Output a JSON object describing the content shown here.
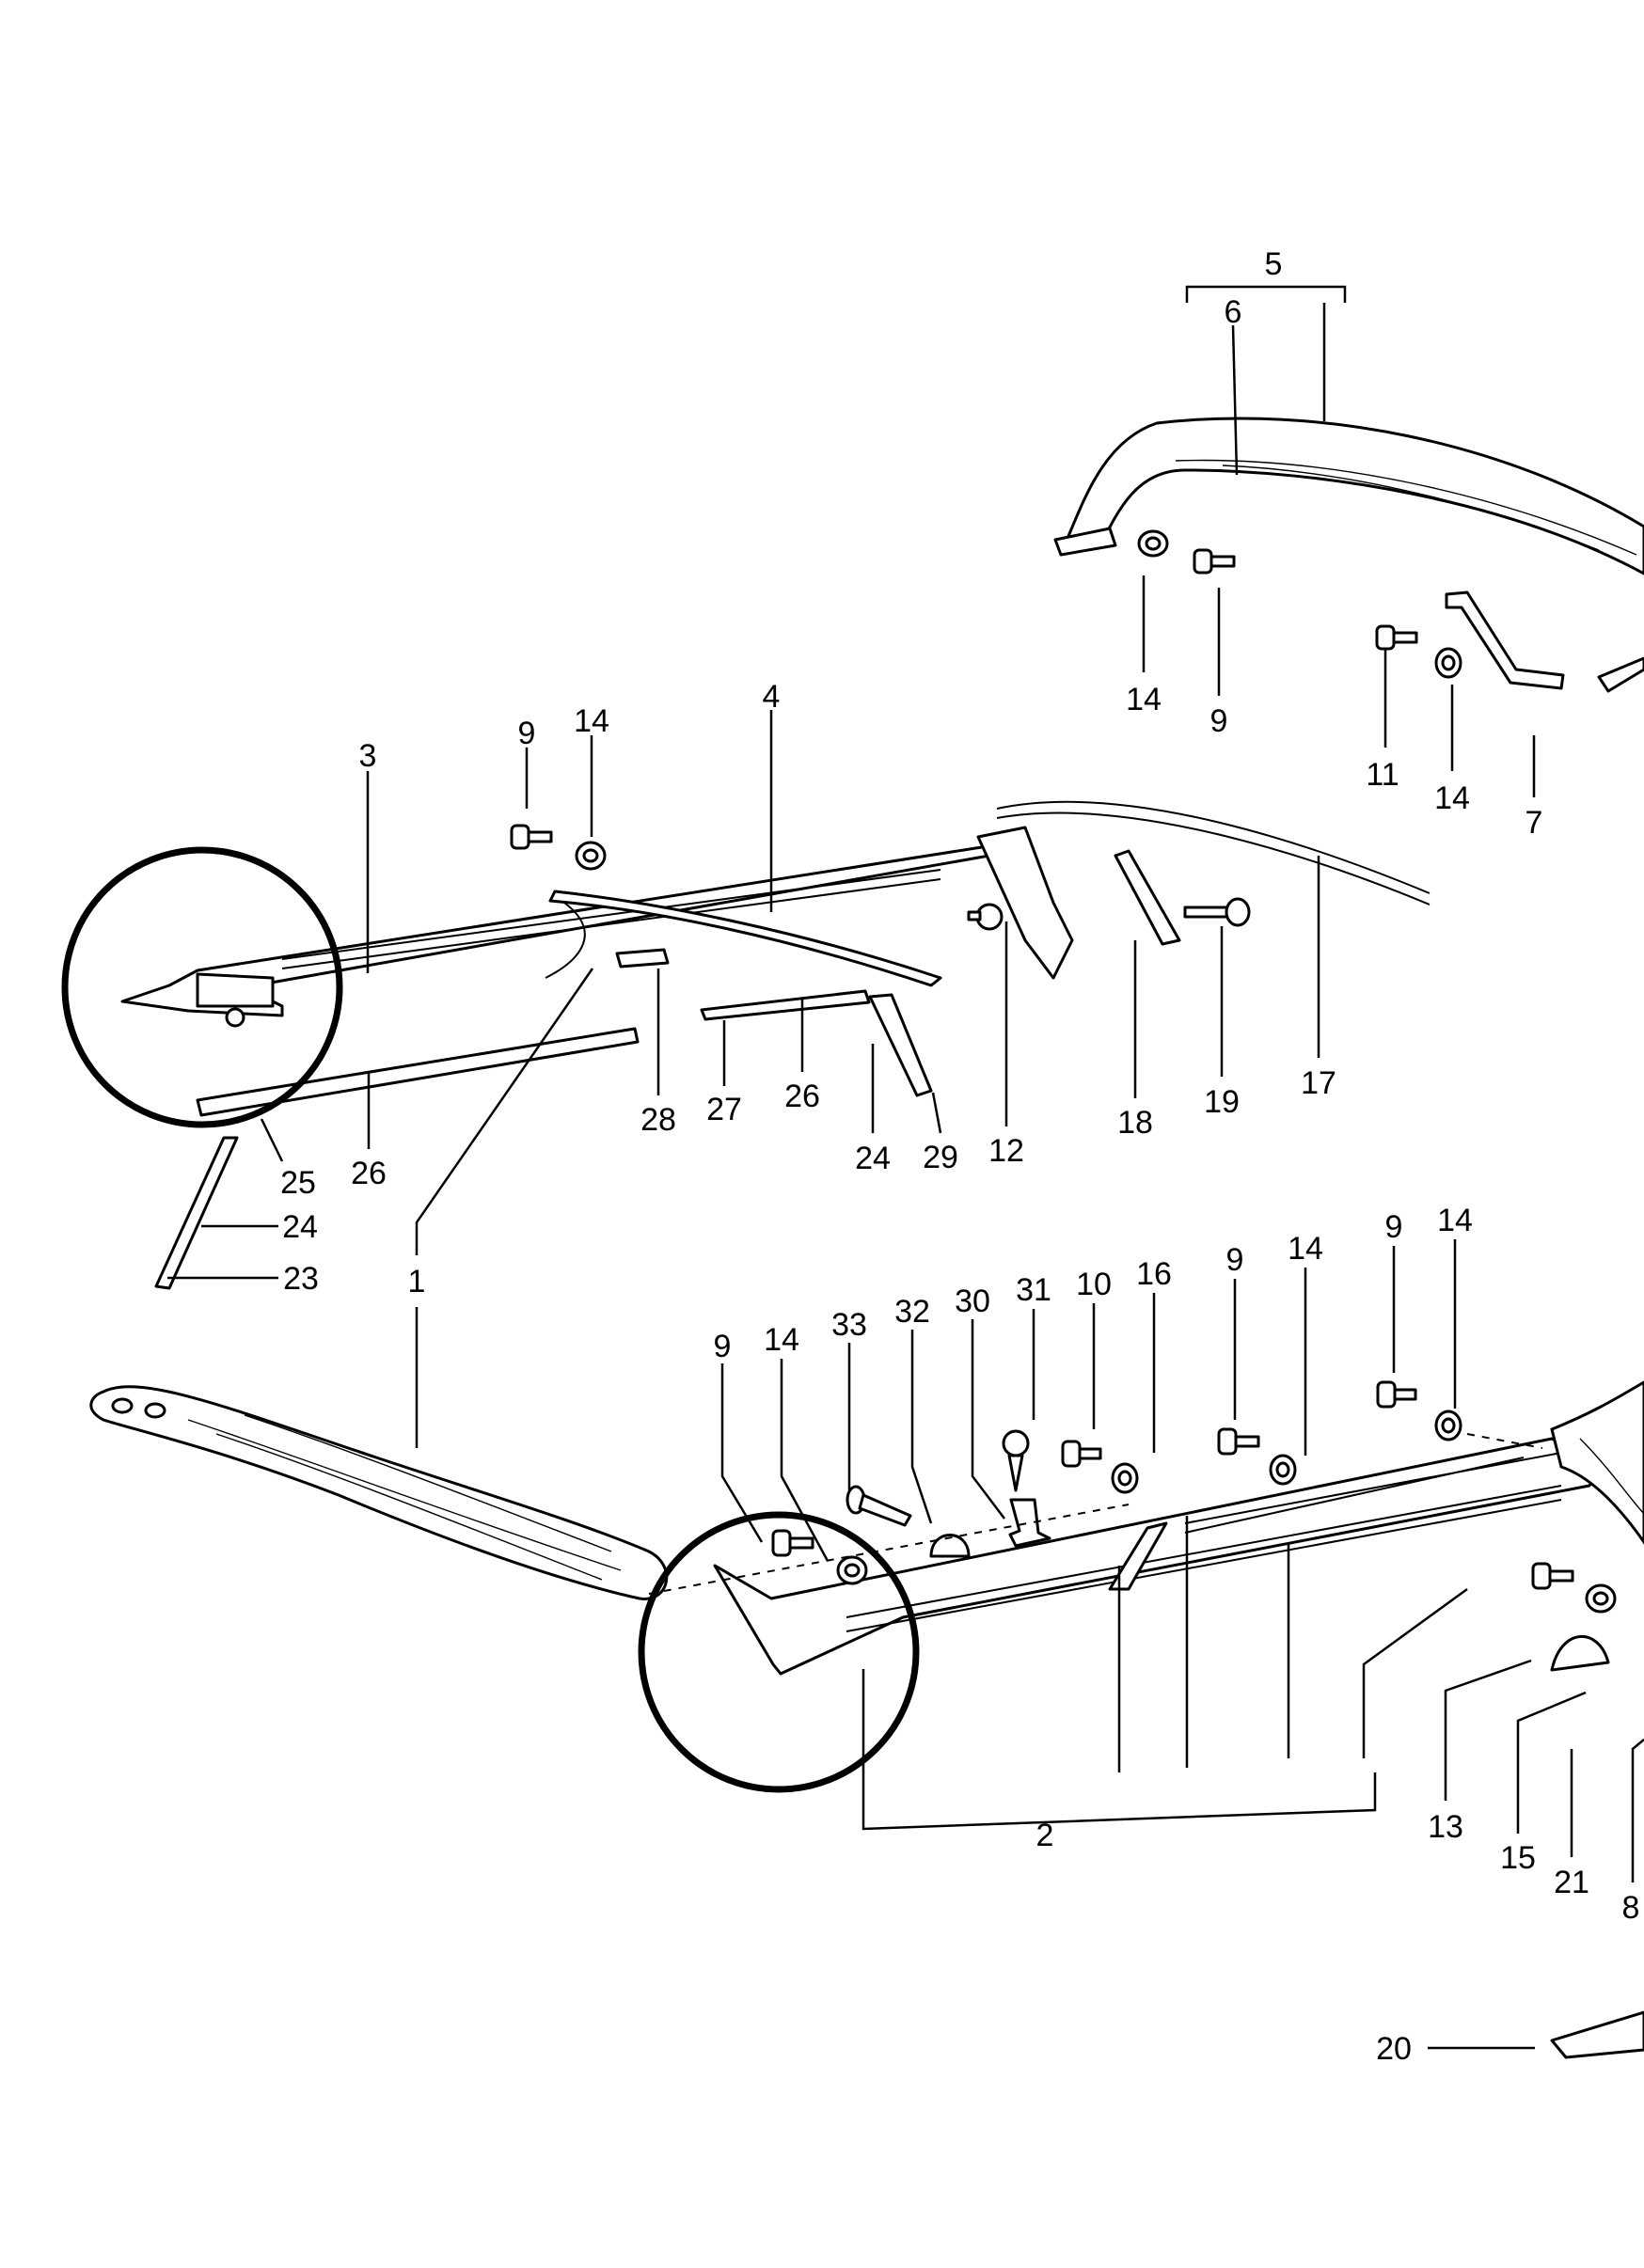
{
  "diagram": {
    "type": "exploded parts diagram",
    "callouts": [
      "5",
      "6",
      "14",
      "9",
      "11",
      "14",
      "7",
      "4",
      "3",
      "9",
      "14",
      "17",
      "19",
      "18",
      "12",
      "29",
      "24",
      "26",
      "27",
      "28",
      "25",
      "26",
      "24",
      "23",
      "1",
      "9",
      "14",
      "33",
      "32",
      "30",
      "31",
      "10",
      "16",
      "9",
      "14",
      "9",
      "14",
      "2",
      "13",
      "15",
      "21",
      "8",
      "20"
    ]
  }
}
